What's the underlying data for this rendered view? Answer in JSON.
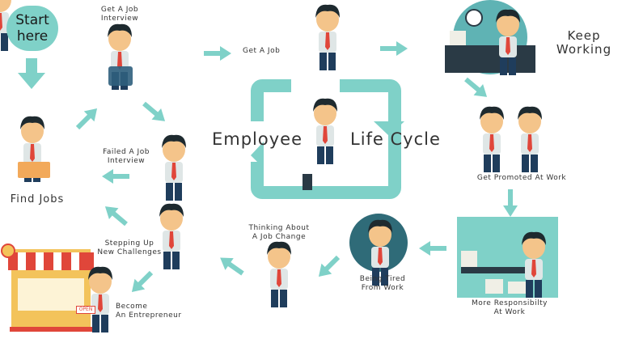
{
  "start": {
    "line1": "Start",
    "line2": "here"
  },
  "title": {
    "left": "Employee",
    "right": "Life Cycle"
  },
  "stages": {
    "get_a_job_interview": "Get A Job\nInterview",
    "get_a_job": "Get A Job",
    "keep_working": "Keep\nWorking",
    "get_promoted": "Get Promoted At Work",
    "more_responsibility": "More Responsibilty\nAt Work",
    "being_tired": "Being Tired\nFrom Work",
    "thinking_change": "Thinking About\nA Job Change",
    "stepping_up": "Stepping Up\nNew Challenges",
    "become_entrepreneur": "Become\nAn Entrepreneur",
    "find_jobs": "Find Jobs",
    "failed_interview": "Failed A Job\nInterview"
  },
  "shop_sign": "OPEN",
  "colors": {
    "teal": "#7fd1c8",
    "skin": "#f4c48a",
    "hair": "#1e2a2f",
    "tie": "#e0463a",
    "shirt": "#dfe6e6",
    "pants": "#1f3d5c"
  }
}
